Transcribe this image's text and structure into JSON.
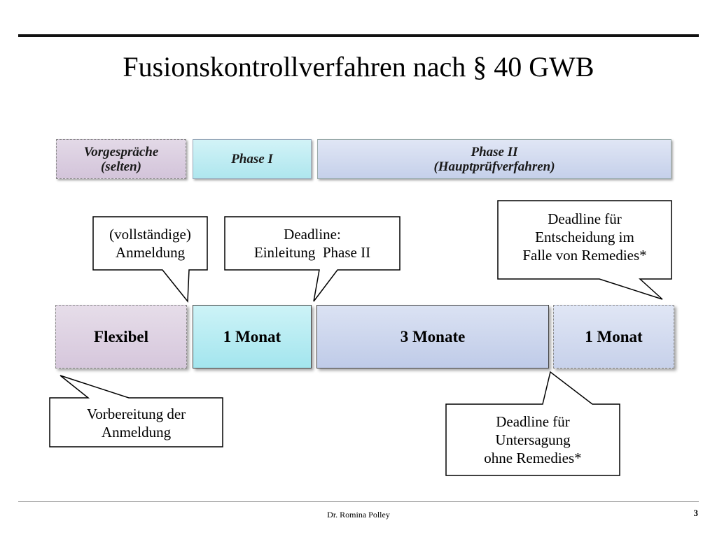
{
  "title": "Fusionskontrollverfahren nach § 40 GWB",
  "phases": {
    "pre": {
      "line1": "Vorgespräche",
      "line2": "(selten)"
    },
    "phase1": {
      "label": "Phase I"
    },
    "phase2": {
      "line1": "Phase II",
      "line2": "(Hauptprüfverfahren)"
    }
  },
  "periods": {
    "flexibel": "Flexibel",
    "first": "1 Monat",
    "second": "3 Monate",
    "third": "1 Monat"
  },
  "callouts": {
    "anmeldung": {
      "line1": "(vollständige)",
      "line2": "Anmeldung"
    },
    "einleitung": {
      "line1": "Deadline:",
      "line2": "Einleitung  Phase II"
    },
    "remedies": {
      "line1": "Deadline für",
      "line2": "Entscheidung im",
      "line3": "Falle von Remedies*"
    },
    "vorbereitung": {
      "line1": "Vorbereitung der",
      "line2": "Anmeldung"
    },
    "untersagung": {
      "line1": "Deadline für",
      "line2": "Untersagung",
      "line3": "ohne Remedies*"
    }
  },
  "footer": {
    "author": "Dr. Romina Polley",
    "page": "3"
  }
}
